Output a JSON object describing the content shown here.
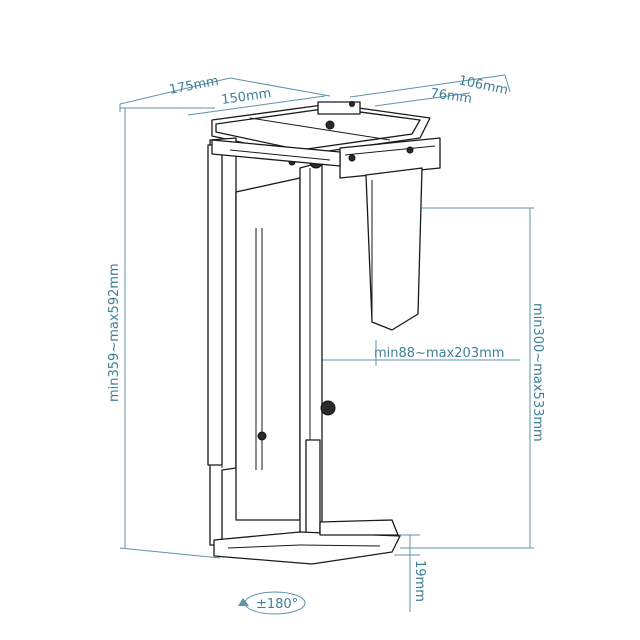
{
  "dimensions": {
    "top_width_outer": "175mm",
    "top_width_inner": "150mm",
    "top_depth_outer": "106mm",
    "top_depth_inner": "76mm",
    "total_height": "min359~max592mm",
    "inner_height": "min300~max533mm",
    "inner_width": "min88~max203mm",
    "base_height": "19mm"
  },
  "rotation": {
    "label": "±180°"
  },
  "colors": {
    "dimension": "#3f7f98",
    "outline": "#1a1a1a"
  }
}
